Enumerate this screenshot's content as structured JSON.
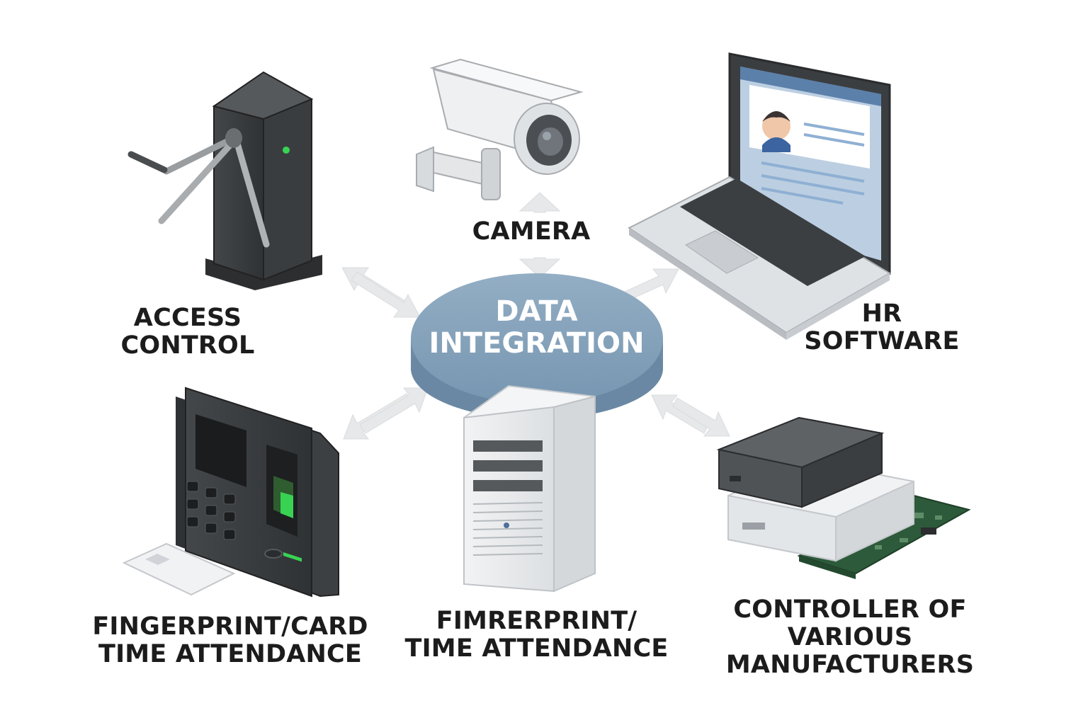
{
  "hub": {
    "line1": "DATA",
    "line2": "INTEGRATION",
    "color": "#7d9bb4"
  },
  "nodes": {
    "access_control": {
      "line1": "ACCESS",
      "line2": "CONTROL",
      "icon": "turnstile-icon"
    },
    "camera": {
      "line1": "CAMERA",
      "icon": "cctv-camera-icon"
    },
    "hr_software": {
      "line1": "HR",
      "line2": "SOFTWARE",
      "icon": "laptop-icon"
    },
    "fingerprint_card": {
      "line1": "FINGERPRINT/CARD",
      "line2": "TIME ATTENDANCE",
      "icon": "fingerprint-terminal-icon"
    },
    "server": {
      "line1": "FIMRERPRINT/",
      "line2": "TIME ATTENDANCE",
      "icon": "server-tower-icon"
    },
    "controller": {
      "line1": "CONTROLLER OF",
      "line2": "VARIOUS",
      "line3": "MANUFACTURERS",
      "icon": "controller-board-icon"
    }
  },
  "colors": {
    "arrow": "#e6e8ea",
    "device_dark": "#3c3f42",
    "device_light": "#e9ebed"
  }
}
